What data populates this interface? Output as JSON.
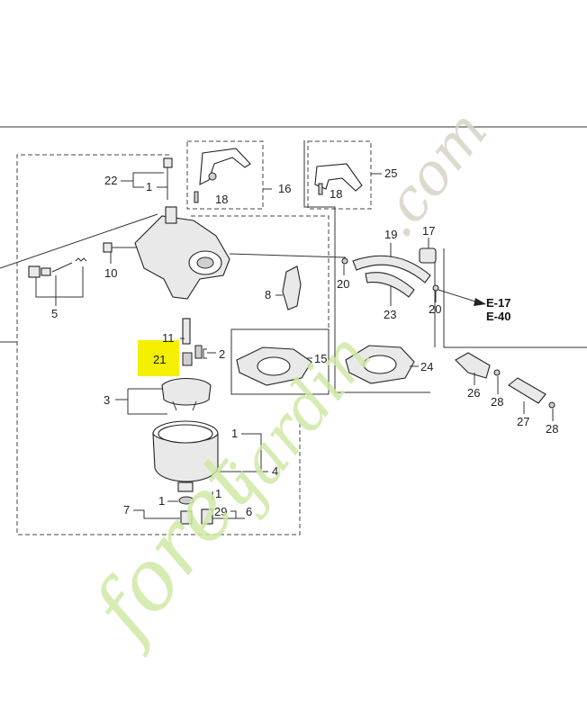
{
  "colors": {
    "highlight": "#f4f000",
    "line": "#333333",
    "watermark_green": "#cfe9a6",
    "watermark_orange": "#f6c79a",
    "watermark_brown": "#d8d3c6"
  },
  "highlight_label": "21",
  "part_labels": [
    {
      "id": "22",
      "text": "22"
    },
    {
      "id": "1a",
      "text": "1"
    },
    {
      "id": "18a",
      "text": "18"
    },
    {
      "id": "16",
      "text": "16"
    },
    {
      "id": "18b",
      "text": "18"
    },
    {
      "id": "25",
      "text": "25"
    },
    {
      "id": "19",
      "text": "19"
    },
    {
      "id": "17",
      "text": "17"
    },
    {
      "id": "10",
      "text": "10"
    },
    {
      "id": "5",
      "text": "5"
    },
    {
      "id": "8",
      "text": "8"
    },
    {
      "id": "20a",
      "text": "20"
    },
    {
      "id": "23",
      "text": "23"
    },
    {
      "id": "20b",
      "text": "20"
    },
    {
      "id": "11",
      "text": "11"
    },
    {
      "id": "2",
      "text": "2"
    },
    {
      "id": "15",
      "text": "15"
    },
    {
      "id": "24",
      "text": "24"
    },
    {
      "id": "26",
      "text": "26"
    },
    {
      "id": "28a",
      "text": "28"
    },
    {
      "id": "3",
      "text": "3"
    },
    {
      "id": "27",
      "text": "27"
    },
    {
      "id": "28b",
      "text": "28"
    },
    {
      "id": "1b",
      "text": "1"
    },
    {
      "id": "4",
      "text": "4"
    },
    {
      "id": "1c",
      "text": "1"
    },
    {
      "id": "1d",
      "text": "1"
    },
    {
      "id": "29",
      "text": "29"
    },
    {
      "id": "7",
      "text": "7"
    },
    {
      "id": "6",
      "text": "6"
    }
  ],
  "references": [
    {
      "id": "e17",
      "text": "E-17"
    },
    {
      "id": "e40",
      "text": "E-40"
    }
  ],
  "watermark": {
    "part1": "foret",
    "part2": "jardin",
    "part3": ".com"
  }
}
